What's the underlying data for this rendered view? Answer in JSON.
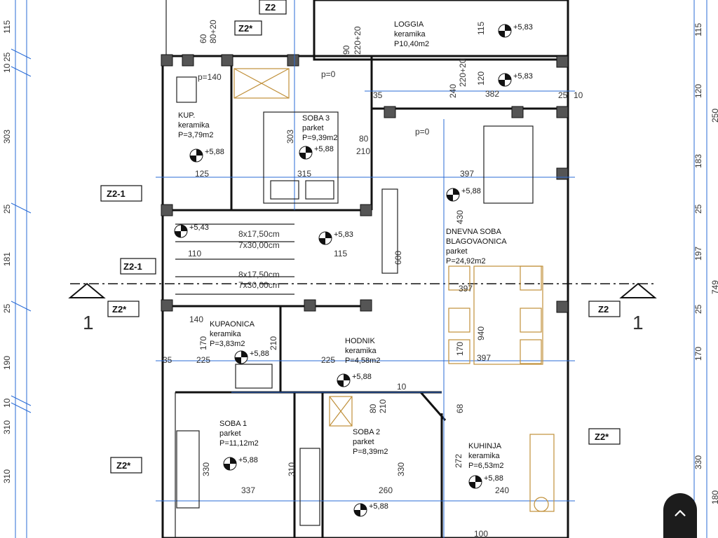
{
  "rooms": [
    {
      "name": "LOGGIA",
      "material": "keramika",
      "area": "P10,40m2"
    },
    {
      "name": "KUP.",
      "material": "keramika",
      "area": "P=3,79m2"
    },
    {
      "name": "SOBA 3",
      "material": "parket",
      "area": "P=9,39m2"
    },
    {
      "name": "DNEVNA SOBA",
      "name2": "BLAGOVAONICA",
      "material": "parket",
      "area": "P=24,92m2"
    },
    {
      "name": "KUPAONICA",
      "material": "keramika",
      "area": "P=3,83m2"
    },
    {
      "name": "HODNIK",
      "material": "keramika",
      "area": "P=4,58m2"
    },
    {
      "name": "SOBA 1",
      "material": "parket",
      "area": "P=11,12m2"
    },
    {
      "name": "SOBA 2",
      "material": "parket",
      "area": "P=8,39m2"
    },
    {
      "name": "KUHINJA",
      "material": "keramika",
      "area": "P=6,53m2"
    }
  ],
  "levels": [
    "+5,83",
    "+5,83",
    "+5,88",
    "+5,88",
    "+5,88",
    "+5,43",
    "+5,83",
    "+5,88",
    "+5,88",
    "+5,88",
    "+5,88",
    "+5,88"
  ],
  "tags": [
    "Z2",
    "Z2*",
    "Z2-1",
    "Z2-1",
    "Z2*",
    "Z2",
    "Z2*",
    "Z2*"
  ],
  "section": {
    "left": "1",
    "right": "1"
  },
  "stairs": {
    "line1": "8x17,50cm",
    "line2": "7x30,00cm",
    "line3": "8x17,50cm",
    "line4": "7x30,00cm"
  },
  "left_dims": [
    "115",
    "25",
    "10",
    "303",
    "25",
    "181",
    "25",
    "190",
    "10",
    "310",
    "310"
  ],
  "right_dims": [
    "115",
    "120",
    "250",
    "183",
    "25",
    "197",
    "749",
    "25",
    "170",
    "330",
    "180"
  ],
  "inner_dims": [
    "60",
    "80+20",
    "90",
    "220+20",
    "115",
    "240",
    "220+20",
    "120",
    "382",
    "p=140",
    "p=0",
    "p=0",
    "35",
    "25",
    "10",
    "303",
    "80",
    "210",
    "125",
    "315",
    "397",
    "430",
    "600",
    "110",
    "115",
    "397",
    "940",
    "170",
    "397",
    "140",
    "210",
    "225",
    "225",
    "80",
    "210",
    "68",
    "272",
    "330",
    "330",
    "337",
    "260",
    "240",
    "100",
    "310",
    "170",
    "35",
    "10"
  ],
  "nav": {
    "icon": "chevron-up-icon"
  }
}
